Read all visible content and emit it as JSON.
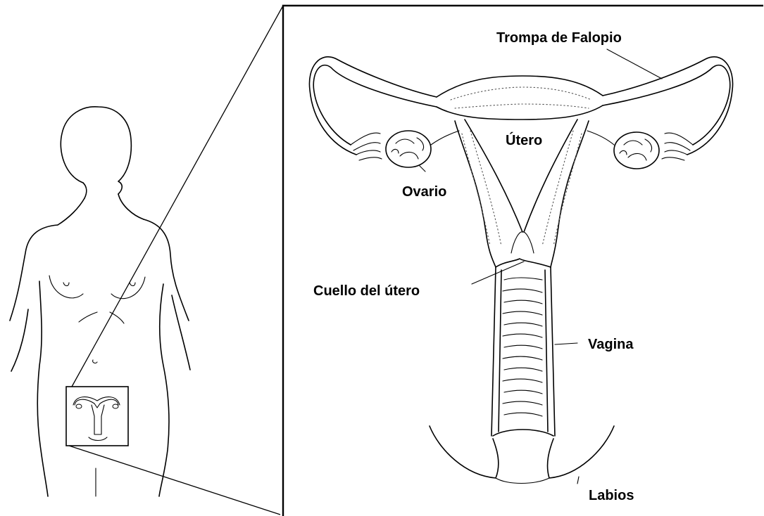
{
  "labels": {
    "fallopian_tube": "Trompa de Falopio",
    "uterus": "Útero",
    "ovary": "Ovario",
    "cervix": "Cuello del útero",
    "vagina": "Vagina",
    "labia": "Labios"
  },
  "colors": {
    "stroke": "#000000",
    "background": "#ffffff",
    "stipple": "#555555"
  }
}
